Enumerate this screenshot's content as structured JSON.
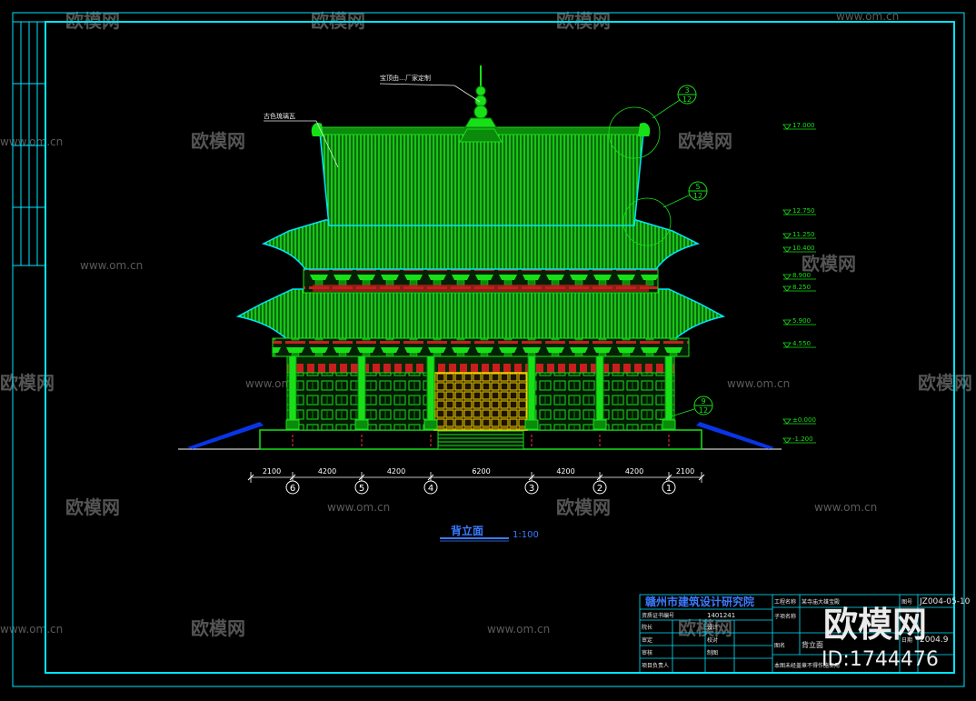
{
  "colors": {
    "background": "#000000",
    "frame": "#00e5ff",
    "roof": "#18e018",
    "roof_dark": "#0b8a0b",
    "bracket_red": "#c81e1e",
    "door_yellow": "#f0d000",
    "dimension": "#ffffff",
    "axis_red": "#ff3030",
    "title_blue": "#3b7bff",
    "leader_white": "#e8e8e8",
    "watermark": "#707070"
  },
  "watermarks": {
    "logo_text": "欧模网",
    "site_text": "www.om.cn",
    "big_logo": "欧模网",
    "id_text": "ID:1744476"
  },
  "annotations": {
    "finial_note": "宝顶由…厂家定制",
    "roof_note": "古色琉璃瓦",
    "detail_1": {
      "num": "3",
      "sheet": "12"
    },
    "detail_2": {
      "num": "5",
      "sheet": "12"
    },
    "detail_3": {
      "num": "9",
      "sheet": "12"
    }
  },
  "elevations": [
    {
      "label": "17.000"
    },
    {
      "label": "12.750"
    },
    {
      "label": "11.250"
    },
    {
      "label": "10.400"
    },
    {
      "label": "8.900"
    },
    {
      "label": "8.250"
    },
    {
      "label": "5.900"
    },
    {
      "label": "4.550"
    },
    {
      "label": "±0.000"
    },
    {
      "label": "-1.200"
    }
  ],
  "dimensions": [
    "2100",
    "4200",
    "4200",
    "6200",
    "4200",
    "4200",
    "2100"
  ],
  "axes": [
    "6",
    "5",
    "4",
    "3",
    "2",
    "1"
  ],
  "view_title": {
    "name": "背立面",
    "scale": "1:100"
  },
  "title_block": {
    "institute": "赣州市建筑设计研究院",
    "license_label": "资质证书编号",
    "license_number": "1401241",
    "project_label": "工程名称",
    "project_name": "某寺庙大雄宝殿",
    "subitem_label": "子项名称",
    "drawing_label": "图名",
    "drawing_name": "背立面",
    "drawing_no_label": "图号",
    "drawing_no": "JZ004-05-10",
    "date_label": "日期",
    "date": "2004.9",
    "roles": [
      "院长",
      "审定",
      "审核",
      "项目负责人"
    ],
    "roles_right": [
      "设计",
      "校对",
      "制图"
    ],
    "footer_note": "本图未经盖章不得作施工用"
  }
}
